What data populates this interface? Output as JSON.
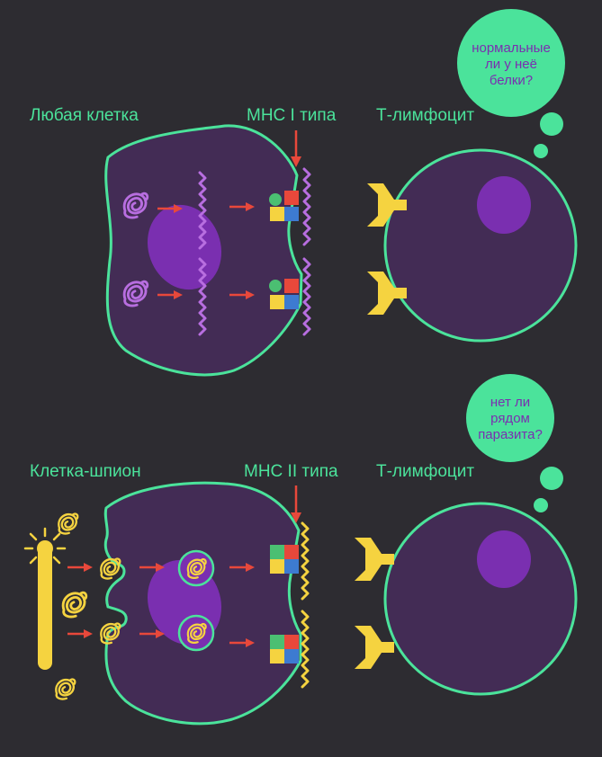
{
  "panel_top": {
    "cell_label": "Любая клетка",
    "mhc_label": "MHC I типа",
    "tcell_label": "Т-лимфоцит",
    "thought_lines": [
      "нормальные",
      "ли у неё",
      "белки?"
    ]
  },
  "panel_bottom": {
    "cell_label": "Клетка-шпион",
    "mhc_label": "MHC II типа",
    "tcell_label": "Т-лимфоцит",
    "thought_lines": [
      "нет ли",
      "рядом",
      "паразита?"
    ]
  },
  "colors": {
    "background": "#2d2c31",
    "membrane": "#4be39b",
    "cytoplasm": "#432c55",
    "nucleus": "#7a2fb0",
    "protein_self": "#b86ee0",
    "protein_foreign": "#f5d340",
    "arrow": "#e8483b",
    "receptor": "#f5d340",
    "mhc_red": "#e8483b",
    "mhc_yellow": "#f5d340",
    "mhc_blue": "#3d7bd1",
    "mhc_green": "#4bbf72"
  },
  "icons": [
    "tangled-protein-icon",
    "peptide-chain-icon",
    "mhc-complex-icon",
    "tcr-receptor-icon",
    "bacterium-icon",
    "vesicle-icon",
    "thought-bubble-icon"
  ]
}
